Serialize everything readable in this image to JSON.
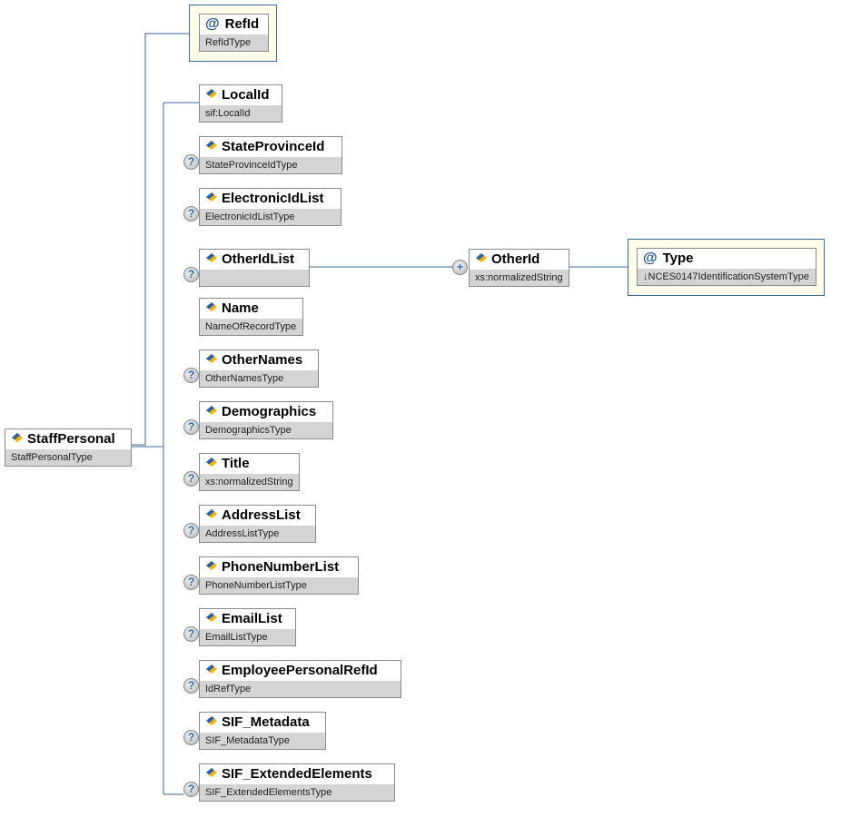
{
  "root": {
    "name": "StaffPersonal",
    "type": "StaffPersonalType"
  },
  "attribute": {
    "name": "RefId",
    "type": "RefIdType"
  },
  "children": [
    {
      "name": "LocalId",
      "type": "sif:LocalId",
      "optional": false
    },
    {
      "name": "StateProvinceId",
      "type": "StateProvinceIdType",
      "optional": true
    },
    {
      "name": "ElectronicIdList",
      "type": "ElectronicIdListType",
      "optional": true
    },
    {
      "name": "OtherIdList",
      "type": "",
      "optional": true
    },
    {
      "name": "Name",
      "type": "NameOfRecordType",
      "optional": false
    },
    {
      "name": "OtherNames",
      "type": "OtherNamesType",
      "optional": true
    },
    {
      "name": "Demographics",
      "type": "DemographicsType",
      "optional": true
    },
    {
      "name": "Title",
      "type": "xs:normalizedString",
      "optional": true
    },
    {
      "name": "AddressList",
      "type": "AddressListType",
      "optional": true
    },
    {
      "name": "PhoneNumberList",
      "type": "PhoneNumberListType",
      "optional": true
    },
    {
      "name": "EmailList",
      "type": "EmailListType",
      "optional": true
    },
    {
      "name": "EmployeePersonalRefId",
      "type": "IdRefType",
      "optional": true
    },
    {
      "name": "SIF_Metadata",
      "type": "SIF_MetadataType",
      "optional": true
    },
    {
      "name": "SIF_ExtendedElements",
      "type": "SIF_ExtendedElementsType",
      "optional": true
    }
  ],
  "other_id": {
    "name": "OtherId",
    "type": "xs:normalizedString",
    "badge": "+"
  },
  "other_id_attribute": {
    "name": "Type",
    "type": "↓NCES0147IdentificationSystemType"
  },
  "optional_badge": "?",
  "attr_icon": "@",
  "colors": {
    "line": "#3b6a9a",
    "attr_bg": "#fdfdea",
    "type_bg": "#d4d4d4"
  }
}
